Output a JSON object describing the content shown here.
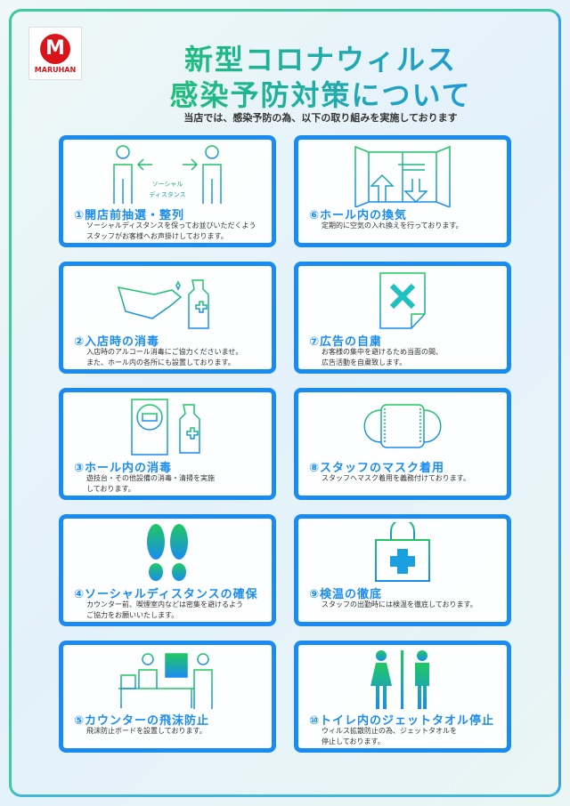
{
  "logo": {
    "mark": "M",
    "text": "MARUHAN"
  },
  "title": {
    "line1": "新型コロナウィルス",
    "line2": "感染予防対策について",
    "subtitle": "当店では、感染予防の為、以下の取り組みを実施しております"
  },
  "colors": {
    "accent": "#1a8cf0",
    "green": "#20c860"
  },
  "cards": [
    {
      "title": "①開店前抽選・整列",
      "desc": "ソーシャルディスタンスを保ってお並びいただくよう\nスタッフがお客様へお声掛けしております。",
      "icon": "social-distance-icon",
      "icon_label": "ソーシャル\nディスタンス"
    },
    {
      "title": "②入店時の消毒",
      "desc": "入店時のアルコール消毒にご協力くださいませ。\nまた、ホール内の各所にも設置しております。",
      "icon": "hand-sanitizer-icon"
    },
    {
      "title": "③ホール内の消毒",
      "desc": "遊技台・その他設備の消毒・清掃を実施\nしております。",
      "icon": "machine-disinfect-icon"
    },
    {
      "title": "④ソーシャルディスタンスの確保",
      "desc": "カウンター前、喫煙室内などは密集を避けるよう\nご協力をお願いいたします。",
      "icon": "footprints-icon"
    },
    {
      "title": "⑤カウンターの飛沫防止",
      "desc": "飛沫防止ボードを設置しております。",
      "icon": "counter-shield-icon"
    },
    {
      "title": "⑥ホール内の換気",
      "desc": "定期的に空気の入れ換えを行っております。",
      "icon": "ventilation-icon"
    },
    {
      "title": "⑦広告の自粛",
      "desc": "お客様の集中を避けるため当面の間、\n広告活動を自粛致します。",
      "icon": "no-flyer-icon"
    },
    {
      "title": "⑧スタッフのマスク着用",
      "desc": "スタッフへマスク着用を義務付けております。",
      "icon": "mask-icon"
    },
    {
      "title": "⑨検温の徹底",
      "desc": "スタッフの出勤時には検温を徹底しております。",
      "icon": "medical-kit-icon"
    },
    {
      "title": "⑩トイレ内のジェットタオル停止",
      "desc": "ウィルス拡散防止の為、ジェットタオルを\n停止しております。",
      "icon": "restroom-icon"
    }
  ]
}
